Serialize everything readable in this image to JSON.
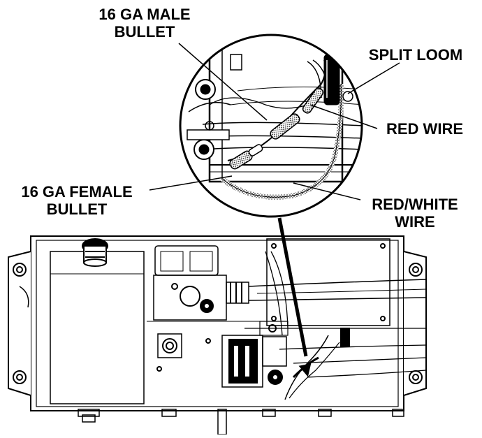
{
  "callouts": {
    "male_bullet": {
      "line1": "16 GA MALE",
      "line2": "BULLET"
    },
    "split_loom": {
      "line1": "SPLIT LOOM"
    },
    "red_wire": {
      "line1": "RED WIRE"
    },
    "female_bullet": {
      "line1": "16 GA FEMALE",
      "line2": "BULLET"
    },
    "red_white_wire": {
      "line1": "RED/WHITE",
      "line2": "WIRE"
    }
  }
}
